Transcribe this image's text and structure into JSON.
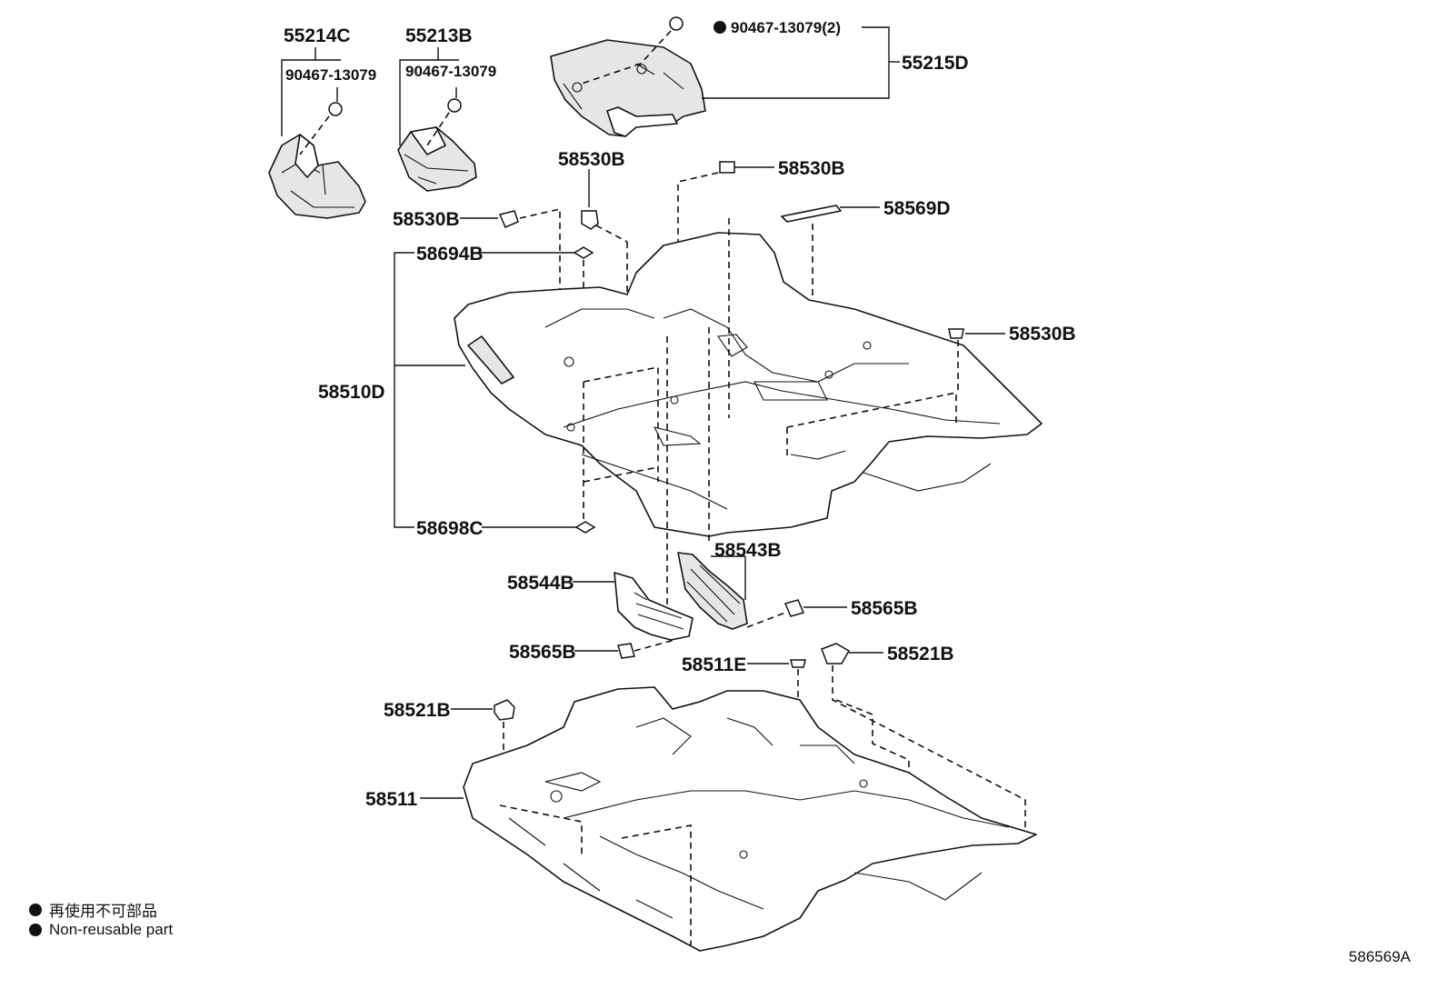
{
  "labels": {
    "p55214C": "55214C",
    "p55213B": "55213B",
    "p90467_a": "90467-13079",
    "p90467_b": "90467-13079",
    "p90467_c": "90467-13079(2)",
    "p55215D": "55215D",
    "p58530B_top": "58530B",
    "p58530B_right": "58530B",
    "p58530B_left": "58530B",
    "p58530B_far": "58530B",
    "p58569D": "58569D",
    "p58694B": "58694B",
    "p58510D": "58510D",
    "p58698C": "58698C",
    "p58543B": "58543B",
    "p58544B": "58544B",
    "p58565B_right": "58565B",
    "p58565B_left": "58565B",
    "p58511E": "58511E",
    "p58521B_right": "58521B",
    "p58521B_left": "58521B",
    "p58511": "58511"
  },
  "legend": {
    "ja": "再使用不可部品",
    "en": "Non-reusable part"
  },
  "figure_code": "586569A"
}
